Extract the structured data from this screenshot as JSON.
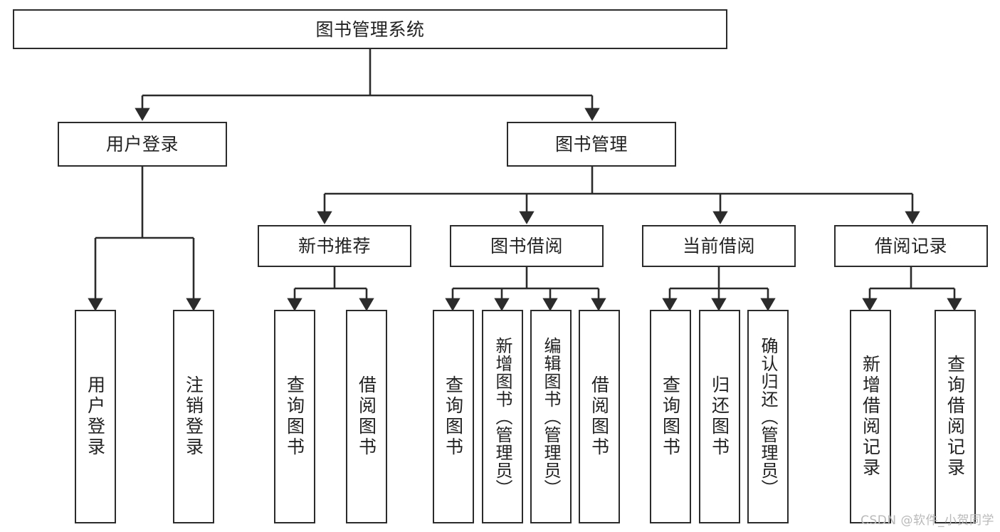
{
  "diagram": {
    "title": "图书管理系统",
    "type": "tree-hierarchy",
    "watermark": "CSDN @软件_小贺同学",
    "colors": {
      "stroke": "#2b2b2b",
      "fill": "#ffffff",
      "text": "#222222",
      "watermark": "#b9b9b9"
    },
    "nodes": {
      "root": {
        "label": "图书管理系统"
      },
      "level1": [
        {
          "label": "用户登录"
        },
        {
          "label": "图书管理"
        }
      ],
      "level2": [
        {
          "label": "新书推荐"
        },
        {
          "label": "图书借阅"
        },
        {
          "label": "当前借阅"
        },
        {
          "label": "借阅记录"
        }
      ],
      "leaves_user_login": [
        {
          "label": "用户登录"
        },
        {
          "label": "注销登录"
        }
      ],
      "leaves_new_book": [
        {
          "label": "查询图书"
        },
        {
          "label": "借阅图书"
        }
      ],
      "leaves_borrow": [
        {
          "label": "查询图书"
        },
        {
          "label": "新增图书（管理员）"
        },
        {
          "label": "编辑图书（管理员）"
        },
        {
          "label": "借阅图书"
        }
      ],
      "leaves_current": [
        {
          "label": "查询图书"
        },
        {
          "label": "归还图书"
        },
        {
          "label": "确认归还（管理员）"
        }
      ],
      "leaves_record": [
        {
          "label": "新增借阅记录"
        },
        {
          "label": "查询借阅记录"
        }
      ]
    }
  }
}
